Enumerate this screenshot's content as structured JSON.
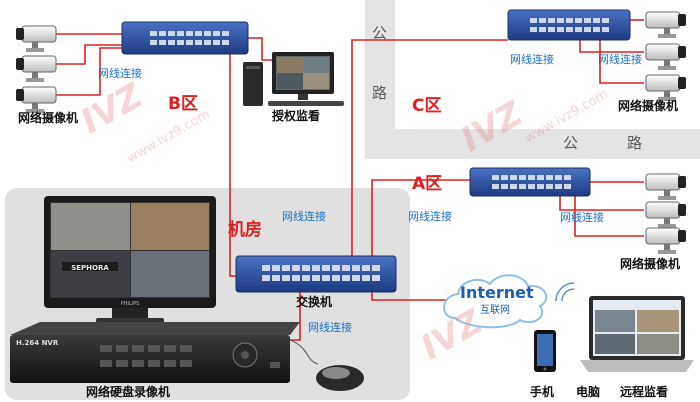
{
  "zones": {
    "b": "B区",
    "c": "C区",
    "a": "A区",
    "room": "机房"
  },
  "road": {
    "gong": "公",
    "lu": "路"
  },
  "link_text": "网线连接",
  "devices": {
    "camera": "网络摄像机",
    "auth_monitor": "授权监看",
    "switch": "交换机",
    "nvr": "网络硬盘录像机",
    "nvr_model": "H.264 NVR",
    "monitor_brand": "PHILIPS",
    "sephora": "SEPHORA",
    "phone": "手机",
    "pc": "电脑",
    "remote": "远程监看"
  },
  "internet": {
    "title": "Internet",
    "subtitle": "互联网"
  },
  "watermark": {
    "logo": "IVZ",
    "url": "www.ivz9.com"
  },
  "colors": {
    "cable": "#e02020",
    "switch": "#2a4fa0",
    "link_text": "#1a6fc9",
    "zone_text": "#e02020",
    "road": "#e4e4e4",
    "room": "#e0e0e0"
  }
}
